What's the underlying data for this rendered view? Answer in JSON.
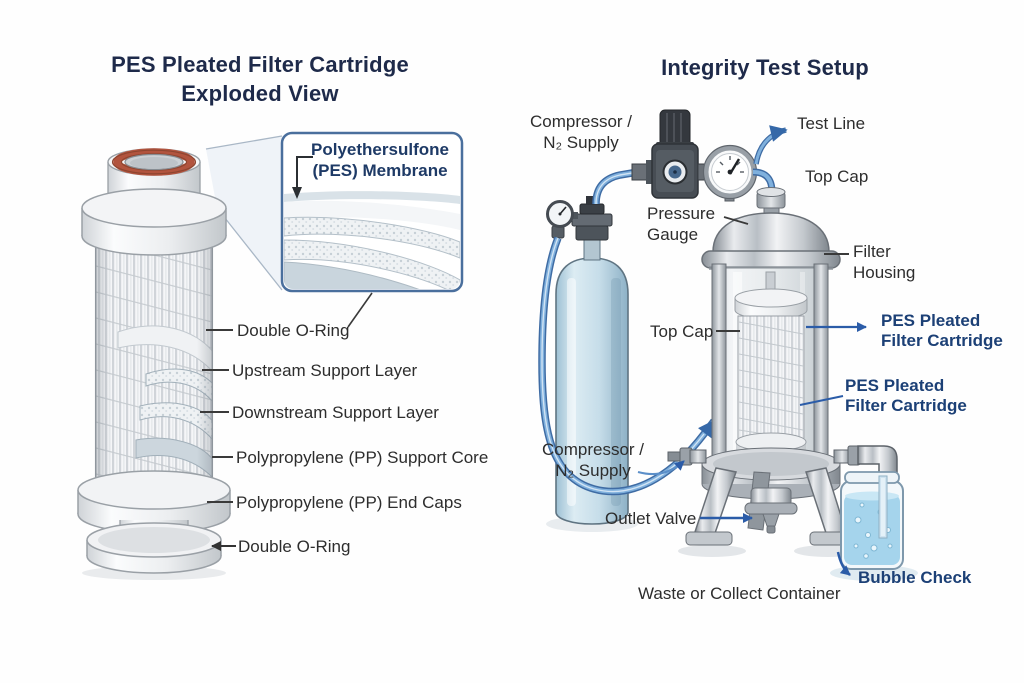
{
  "left_panel": {
    "title": {
      "line1": "PES Pleated Filter Cartridge",
      "line2": "Exploded View"
    },
    "callout": {
      "line1": "Polyethersulfone",
      "line2": "(PES) Membrane"
    },
    "labels": [
      "Double O-Ring",
      "Upstream Support Layer",
      "Downstream Support Layer",
      "Polypropylene (PP) Support Core",
      "Polypropylene (PP) End Caps",
      "Double O-Ring"
    ]
  },
  "right_panel": {
    "title": "Integrity Test Setup",
    "compressor_supply_top": {
      "line1": "Compressor /",
      "line2": "N₂ Supply"
    },
    "test_line": "Test Line",
    "top_cap_upper": "Top Cap",
    "pressure_gauge": {
      "line1": "Pressure",
      "line2": "Gauge"
    },
    "filter_housing": {
      "line1": "Filter",
      "line2": "Housing"
    },
    "top_cap_side": "Top Cap",
    "pes_cartridge_upper": {
      "line1": "PES Pleated",
      "line2": "Filter Cartridge"
    },
    "pes_cartridge_lower": {
      "line1": "PES Pleated",
      "line2": "Filter Cartridge"
    },
    "compressor_supply_bottom": {
      "line1": "Compressor /",
      "line2": "N₂ Supply"
    },
    "outlet_valve": "Outlet Valve",
    "bubble_check": "Bubble Check",
    "waste_container": "Waste or Collect Container"
  },
  "colors": {
    "title_navy": "#1e2a4a",
    "label_dark": "#2d2d2d",
    "label_blue": "#1c4076",
    "arrow_blue": "#2b5ca8",
    "tube_blue": "#7fb0dd",
    "oring_red": "#b2543e",
    "callout_border": "#4a6f9d"
  }
}
